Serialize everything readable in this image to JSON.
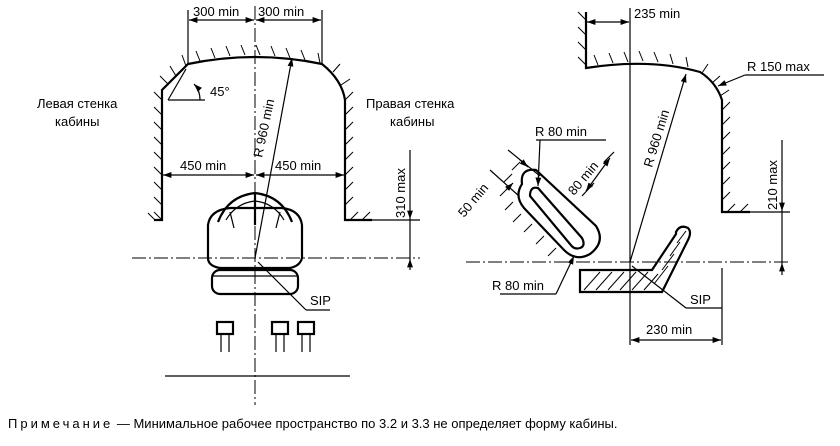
{
  "left_figure": {
    "dim_top_left": "300 min",
    "dim_top_right": "300 min",
    "angle": "45°",
    "radius": "R 960 min",
    "dim_mid_left": "450 min",
    "dim_mid_right": "450 min",
    "dim_height": "310 max",
    "sip": "SIP",
    "wall_left_line1": "Левая стенка",
    "wall_left_line2": "кабины",
    "wall_right_line1": "Правая стенка",
    "wall_right_line2": "кабины"
  },
  "right_figure": {
    "dim_top": "235 min",
    "radius_corner": "R 150 max",
    "radius_main": "R 960 min",
    "radius_pedal_top": "R 80 min",
    "pedal_width": "50 min",
    "pedal_length": "80 min",
    "radius_pedal_bottom": "R 80 min",
    "dim_height": "210 max",
    "sip": "SIP",
    "dim_bottom": "230 min"
  },
  "note": {
    "prefix": "Примечание",
    "text": " — Минимальное рабочее пространство по 3.2 и 3.3 не определяет форму кабины."
  }
}
